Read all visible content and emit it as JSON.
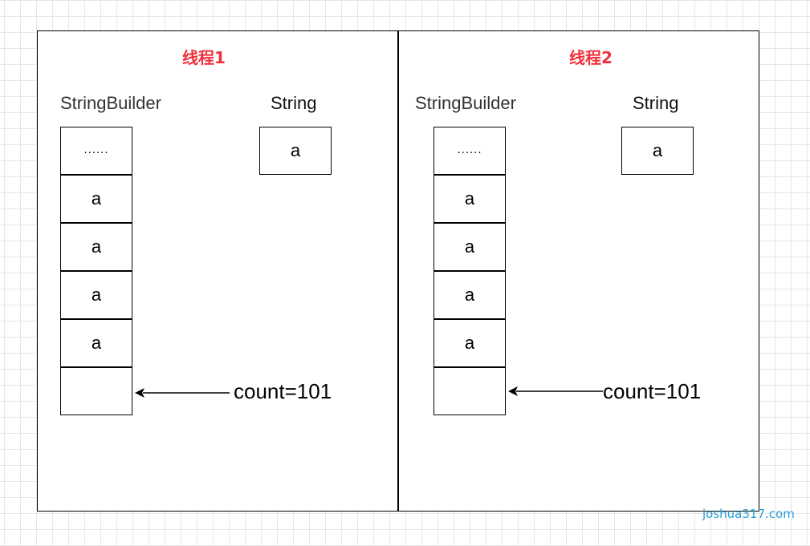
{
  "threads": [
    {
      "title": "线程1",
      "stringbuilder_label": "StringBuilder",
      "string_label": "String",
      "string_value": "a",
      "cells": [
        "......",
        "a",
        "a",
        "a",
        "a",
        ""
      ],
      "count_label": "count=101"
    },
    {
      "title": "线程2",
      "stringbuilder_label": "StringBuilder",
      "string_label": "String",
      "string_value": "a",
      "cells": [
        "......",
        "a",
        "a",
        "a",
        "a",
        ""
      ],
      "count_label": "count=101"
    }
  ],
  "watermark": "joshua317.com",
  "colors": {
    "thread_title": "#f0303b",
    "watermark": "#2a9fd6"
  }
}
